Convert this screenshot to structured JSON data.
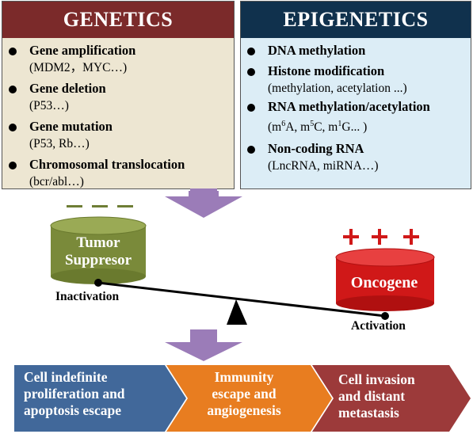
{
  "genetics": {
    "title": "GENETICS",
    "items": [
      {
        "title": "Gene amplification",
        "detail": "(MDM2，MYC…)"
      },
      {
        "title": "Gene deletion",
        "detail": "(P53…)"
      },
      {
        "title": "Gene mutation",
        "detail": "(P53, Rb…)"
      },
      {
        "title": "Chromosomal translocation",
        "detail": "(bcr/abl…)"
      }
    ]
  },
  "epigenetics": {
    "title": "EPIGENETICS",
    "items": [
      {
        "title": "DNA methylation",
        "detail": ""
      },
      {
        "title": "Histone modification",
        "detail": "(methylation, acetylation ...)"
      },
      {
        "title": "RNA methylation/acetylation",
        "detail": "(m6A, m5C, m1G...  )"
      },
      {
        "title": "Non-coding RNA",
        "detail": "(LncRNA, miRNA…)"
      }
    ]
  },
  "balance": {
    "tumor_suppressor": "Tumor Suppresor",
    "tumor_suppressor_line1": "Tumor",
    "tumor_suppressor_line2": "Suppresor",
    "tumor_suppressor_signs": "– – –",
    "inactivation": "Inactivation",
    "oncogene": "Oncogene",
    "oncogene_signs": "+ + +",
    "activation": "Activation"
  },
  "outcomes": [
    {
      "line1": "Cell  indefinite",
      "line2": "proliferation and",
      "line3": "apoptosis escape"
    },
    {
      "line1": "Immunity",
      "line2": "escape and",
      "line3": "angiogenesis"
    },
    {
      "line1": "Cell invasion",
      "line2": "and distant",
      "line3": "metastasis"
    }
  ],
  "colors": {
    "genetics_header": "#7b2a2a",
    "genetics_body": "#ede6d2",
    "epigenetics_header": "#10314d",
    "epigenetics_body": "#dcedf6",
    "arrow": "#9b7cb8",
    "tumor_cylinder": "#7a8a3a",
    "oncogene_cylinder": "#d01818",
    "chevron_1": "#41689a",
    "chevron_2": "#e87d20",
    "chevron_3": "#9c3a3a"
  }
}
